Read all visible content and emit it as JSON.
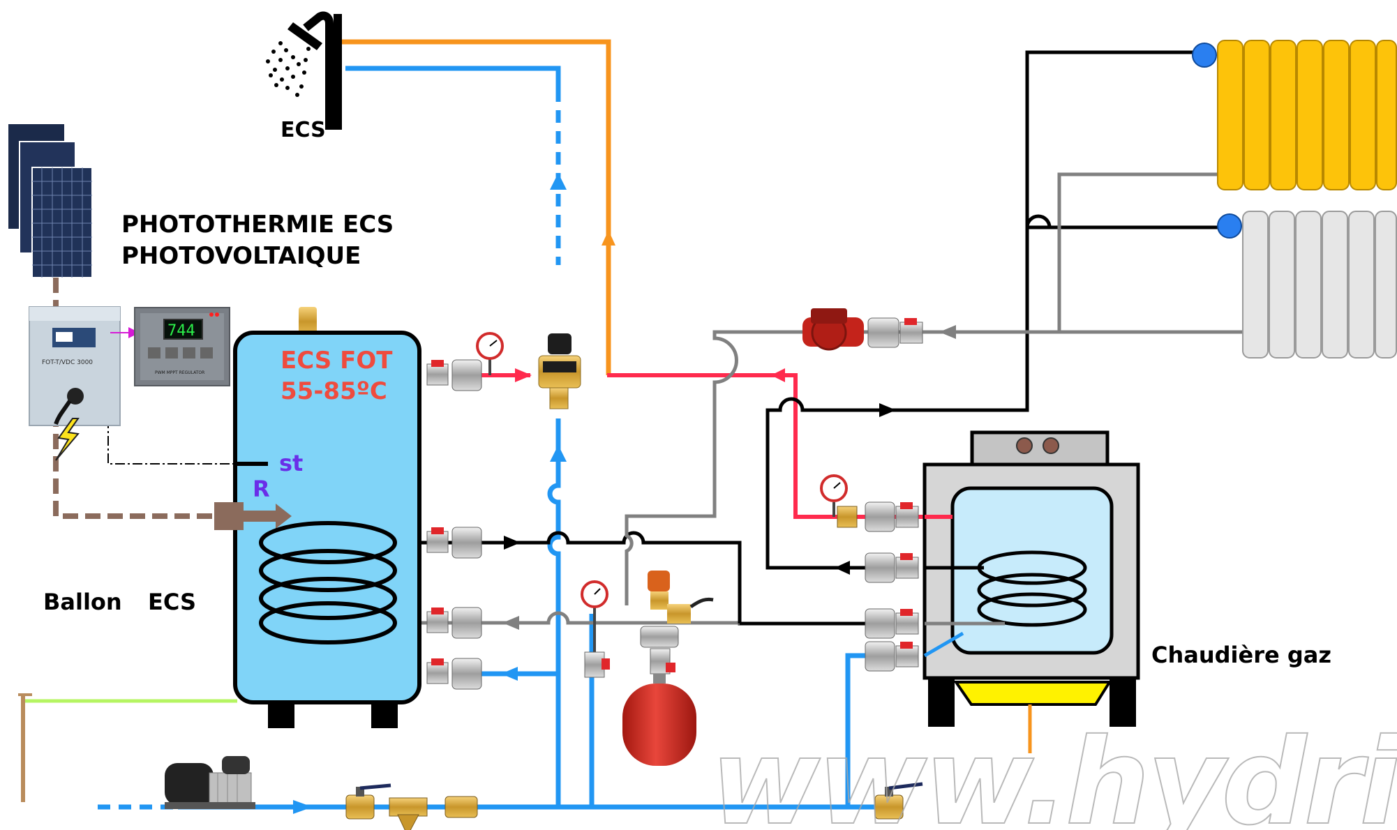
{
  "labels": {
    "ecs_shower": "ECS",
    "phototherm_line1": "PHOTOTHERMIE ECS",
    "phototherm_line2": "PHOTOVOLTAIQUE",
    "tank_title_line1": "ECS FOT",
    "tank_title_line2": "55-85ºC",
    "sensor_st": "st",
    "resistance_r": "R",
    "ballon": "Ballon",
    "ballon_ecs": "ECS",
    "boiler": "Chaudière gaz",
    "controller_model": "FOT-T/VDC 3000",
    "display_value": "744",
    "display_caption": "PWM MPPT REGULATOR",
    "watermark": "www.hydric.fr"
  },
  "colors": {
    "hot_water": "#f7941d",
    "cold_water": "#2196f3",
    "primary_hot": "#ff2a4d",
    "heating_flow": "#000000",
    "heating_return": "#808080",
    "pv_cable": "#8b6b5c",
    "tank_fill": "#80d4f8",
    "radiator_hot": "#fdc30a",
    "radiator_cold": "#e6e6e6",
    "expansion_vessel": "#d42a20",
    "earth_rod": "#b5f562",
    "sensor_label": "#6a2ee8"
  },
  "icons": [
    "shower-icon",
    "solar-panel-icon",
    "controller-icon",
    "display-icon",
    "lightning-icon",
    "pressure-gauge-icon",
    "ball-valve-icon",
    "thermostatic-mixing-valve-icon",
    "circulator-pump-icon",
    "expansion-vessel-icon",
    "safety-valve-icon",
    "booster-pump-icon",
    "filter-icon",
    "check-valve-icon",
    "radiator-icon",
    "air-vent-icon",
    "earth-rod-icon"
  ]
}
